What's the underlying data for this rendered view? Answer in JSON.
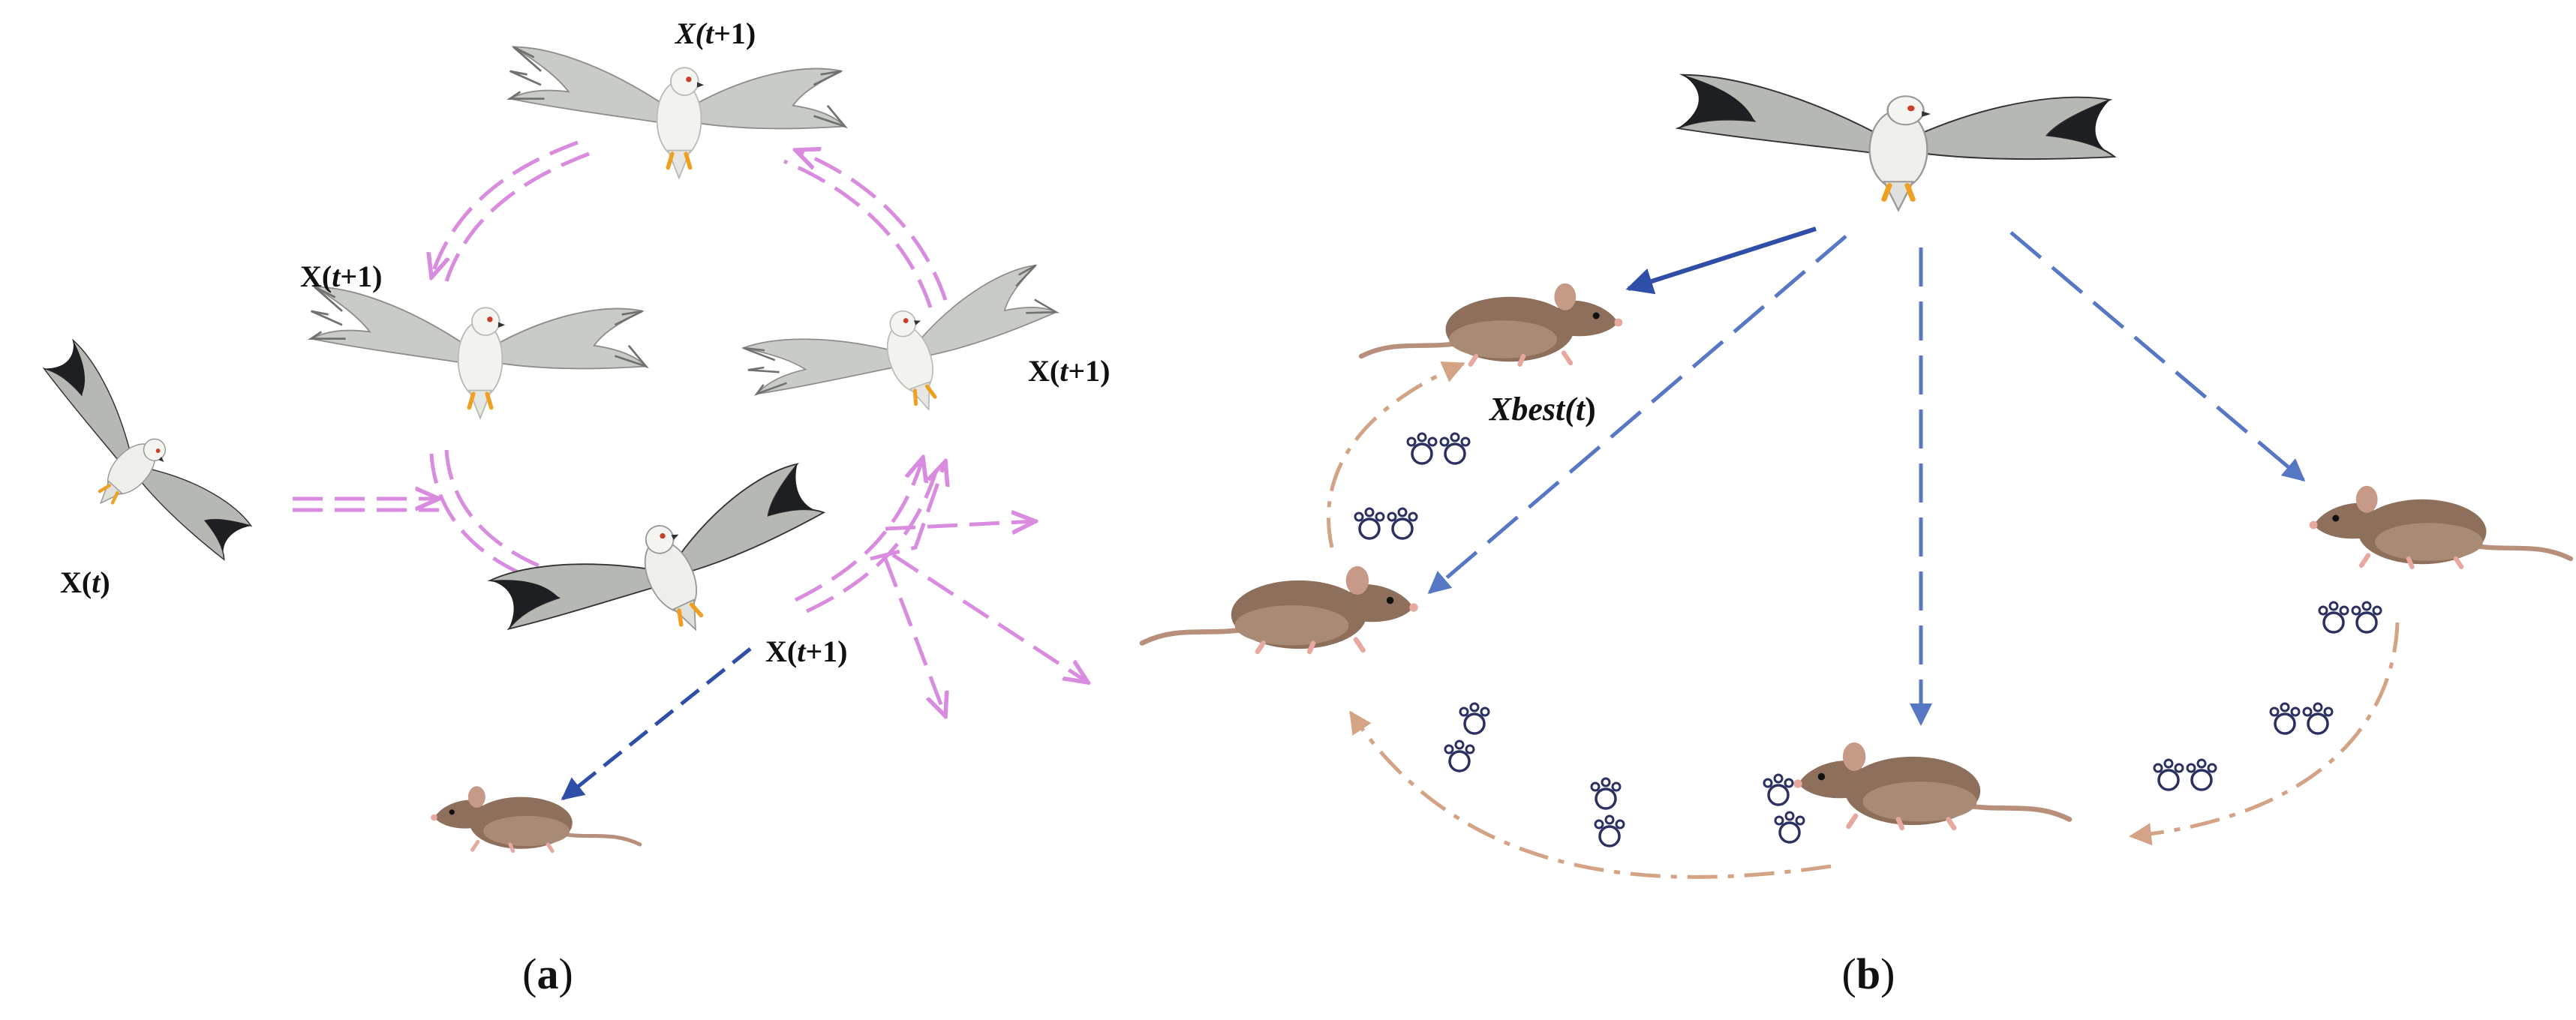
{
  "panel_a": {
    "labels": {
      "xt_prefix": "X(",
      "xt_var": "t",
      "xt_suffix": ")",
      "xt1_prefix": "X(",
      "xt1_var": "t",
      "xt1_suffix": "+1)"
    },
    "caption": {
      "open": "(",
      "letter": "a",
      "close": ")"
    }
  },
  "panel_b": {
    "labels": {
      "xbest_prefix": "Xbest(",
      "xbest_var": "t",
      "xbest_suffix": ")"
    },
    "caption": {
      "open": "(",
      "letter": "b",
      "close": ")"
    }
  },
  "colors": {
    "flight_path": "#d98be0",
    "attack_path": "#2f4ea8",
    "dive_path": "#5577c4",
    "rodent_trail": "#d4a386",
    "paw_print": "#2b3060",
    "kite_wing_light": "#c9ccc6",
    "kite_wing_dark": "#1d1f22",
    "rodent_body": "#8d6f5b"
  },
  "icons": {
    "bird": "black-winged-kite-icon",
    "prey": "rodent-icon",
    "track": "paw-print-icon"
  }
}
